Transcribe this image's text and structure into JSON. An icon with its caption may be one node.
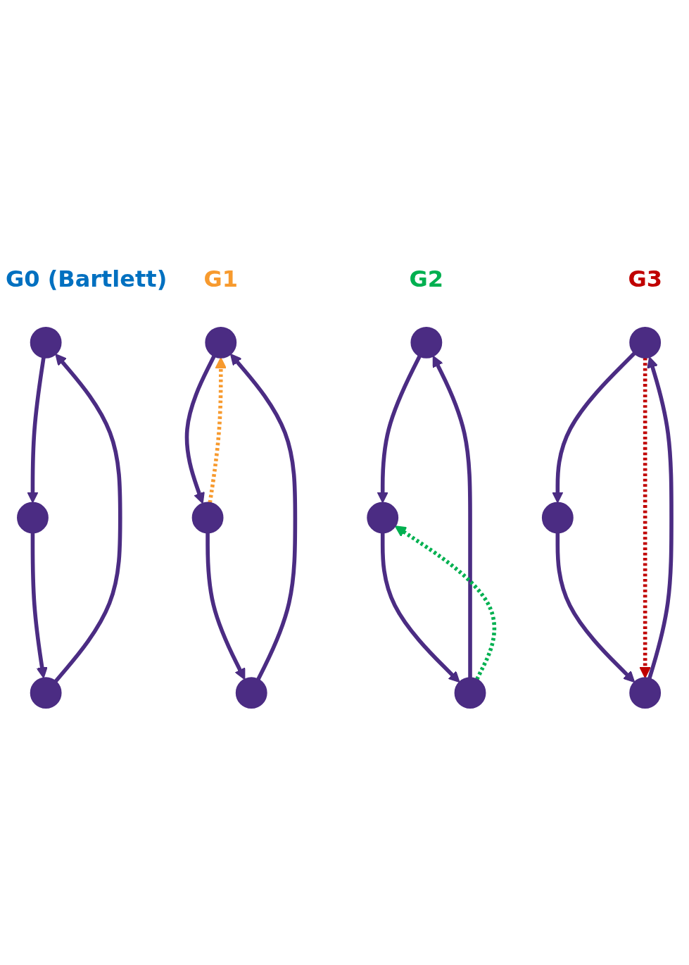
{
  "diagram": {
    "nodes": [
      {
        "text": [],
        "shape": "circle"
      },
      {
        "text": [],
        "shape": "circle"
      },
      {
        "text": [],
        "shape": "circle"
      },
      {
        "text": [],
        "shape": "circle"
      },
      {
        "text": [],
        "shape": "circle"
      },
      {
        "text": [],
        "shape": "circle"
      },
      {
        "text": [],
        "shape": "circle"
      },
      {
        "text": [],
        "shape": "circle"
      },
      {
        "text": [],
        "shape": "circle"
      },
      {
        "text": [],
        "shape": "circle"
      },
      {
        "text": [],
        "shape": "circle"
      },
      {
        "text": [],
        "shape": "circle"
      }
    ],
    "edges": [
      {
        "from": 0,
        "to": 1,
        "arrow": "to"
      },
      {
        "from": 1,
        "to": 2,
        "arrow": "to"
      },
      {
        "from": 2,
        "to": 0,
        "arrow": "to"
      },
      {
        "from": 3,
        "to": 4,
        "arrow": "to"
      },
      {
        "from": 4,
        "to": 5,
        "arrow": "to"
      },
      {
        "from": 5,
        "to": 3,
        "arrow": "to"
      },
      {
        "from": 4,
        "to": 3,
        "arrow": "to",
        "style": "dashed",
        "color": "#f79a2e"
      },
      {
        "from": 6,
        "to": 7,
        "arrow": "to"
      },
      {
        "from": 7,
        "to": 8,
        "arrow": "to"
      },
      {
        "from": 8,
        "to": 6,
        "arrow": "to"
      },
      {
        "from": 8,
        "to": 7,
        "arrow": "to",
        "style": "dashed",
        "color": "#00b050"
      },
      {
        "from": 9,
        "to": 10,
        "arrow": "to"
      },
      {
        "from": 10,
        "to": 11,
        "arrow": "to"
      },
      {
        "from": 11,
        "to": 9,
        "arrow": "to"
      },
      {
        "from": 9,
        "to": 11,
        "arrow": "to",
        "style": "dashed",
        "color": "#c00000"
      }
    ],
    "labels": [
      "G0 (Bartlett)",
      "G1",
      "G2",
      "G3"
    ]
  }
}
